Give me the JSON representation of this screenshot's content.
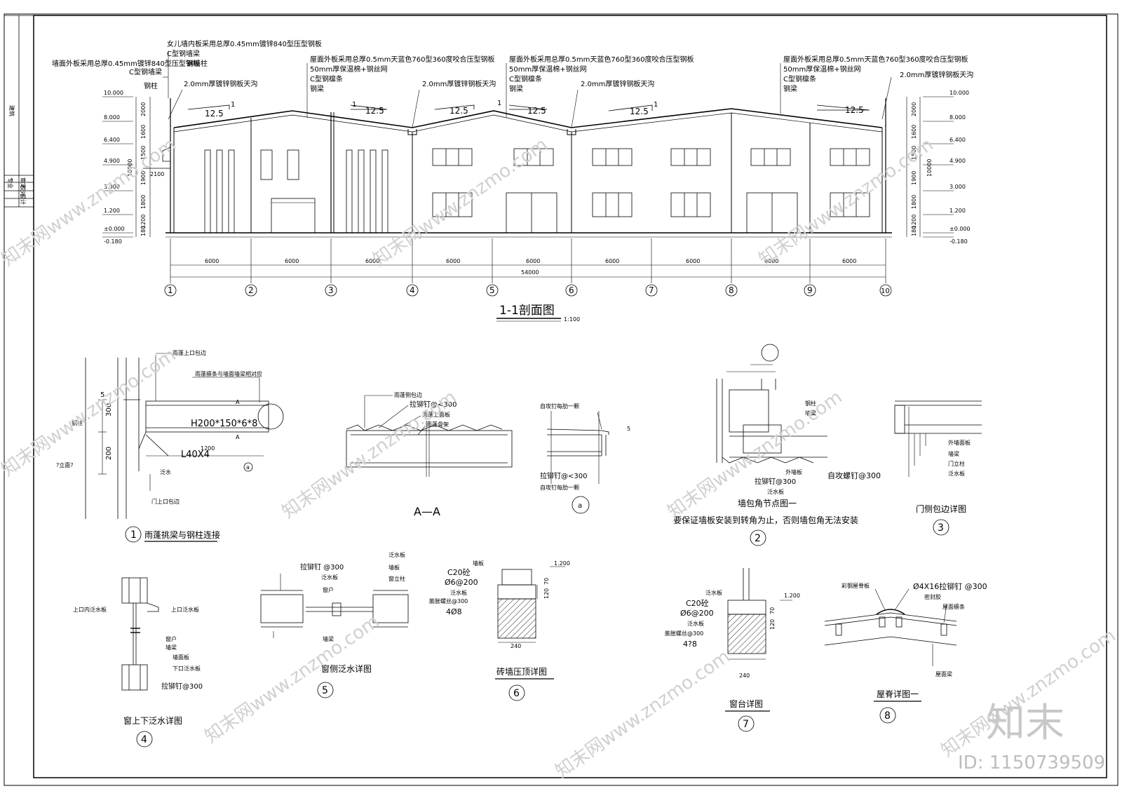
{
  "section": {
    "title": "1-1剖面图",
    "scale": "1:100",
    "notes_top": [
      "女儿墙内板采用总厚0.45mm镀锌840型压型钢板",
      "C型钢墙梁",
      "墙面外板采用总厚0.45mm镀锌840型压型钢板",
      "C型钢墙梁",
      "钢墙柱",
      "钢柱",
      "2.0mm厚镀锌钢板天沟"
    ],
    "roof_notes_a": [
      "屋面外板采用总厚0.5mm天蓝色760型360度咬合压型钢板",
      "50mm厚保温棉+钢丝网",
      "C型钢檩条",
      "钢梁"
    ],
    "roof_notes_b": [
      "屋面外板采用总厚0.5mm天蓝色760型360度咬合压型钢板",
      "50mm厚保温棉+钢丝网",
      "C型钢檩条",
      "钢梁"
    ],
    "roof_notes_c": [
      "屋面外板采用总厚0.5mm天蓝色760型360度咬合压型钢板",
      "50mm厚保温棉+钢丝网",
      "C型钢檩条",
      "钢梁"
    ],
    "gutter_labels": [
      "2.0mm厚镀锌钢板天沟",
      "2.0mm厚镀锌钢板天沟",
      "2.0mm厚镀锌钢板天沟",
      "2.0mm厚镀锌钢板天沟"
    ],
    "slope": "12.5",
    "slope_one": "1",
    "elevations": [
      "10.000",
      "8.000",
      "6.400",
      "4.900",
      "3.000",
      "1.200",
      "±0.000",
      "-0.180"
    ],
    "vert_dims": [
      "2000",
      "1600",
      "1500",
      "1900",
      "1800",
      "1200",
      "180"
    ],
    "total_height": "10000",
    "canopy_dim": "2100",
    "bay_dims": [
      "6000",
      "6000",
      "6000",
      "6000",
      "6000",
      "6000",
      "6000",
      "6000",
      "6000"
    ],
    "total_length": "54000",
    "axes": [
      "1",
      "2",
      "3",
      "4",
      "5",
      "6",
      "7",
      "8",
      "9",
      "10"
    ]
  },
  "d1": {
    "title": "雨蓬挑梁与钢柱连接",
    "num": "1",
    "labels": [
      "雨蓬上口包边",
      "雨蓬檩条与墙面墙梁相对应",
      "钢柱",
      "H200*150*6*8",
      "L40X4",
      "泛水",
      "门上口包边",
      "?立面?",
      "1200",
      "300",
      "200",
      "5",
      "A",
      "A",
      "a"
    ]
  },
  "dAA": {
    "title": "A—A",
    "labels": [
      "雨蓬侧包边",
      "拉铆钉@<300",
      "雨蓬上面板",
      "雨蓬骨架"
    ]
  },
  "da": {
    "labels": [
      "自攻钉每肋一颗",
      "拉铆钉@<300",
      "自攻钉每肋一颗",
      "5",
      "a"
    ]
  },
  "d2": {
    "title": "墙包角节点图一",
    "note": "要保证墙板安装到转角为止，否则墙包角无法安装",
    "num": "2",
    "labels": [
      "钢柱",
      "墙梁",
      "拉铆钉@300",
      "泛水板",
      "外墙板",
      "自攻螺钉@300"
    ]
  },
  "d3": {
    "title": "门侧包边详图",
    "num": "3",
    "labels": [
      "外墙面板",
      "墙梁",
      "门立柱",
      "泛水板"
    ]
  },
  "d4": {
    "title": "窗上下泛水详图",
    "num": "4",
    "labels": [
      "上口内泛水板",
      "上口泛水板",
      "窗户",
      "墙梁",
      "墙面板",
      "下口泛水板",
      "拉铆钉@300"
    ]
  },
  "d5": {
    "title": "窗侧泛水详图",
    "num": "5",
    "labels": [
      "拉铆钉 @300",
      "泛水板",
      "窗户",
      "墙梁",
      "泛水板",
      "墙板",
      "窗立柱"
    ]
  },
  "d6": {
    "title": "砖墙压顶详图",
    "num": "6",
    "labels": [
      "墙板",
      "C20砼",
      "Ø6@200",
      "泛水板",
      "膨胀螺丝@300",
      "4Ø8",
      "1.200",
      "120",
      "70",
      "240"
    ]
  },
  "d7": {
    "title": "窗台详图",
    "num": "7",
    "labels": [
      "泛水板",
      "C20砼",
      "Ø6@200",
      "泛水板",
      "膨胀螺丝@300",
      "4?8",
      "1.200",
      "120",
      "70",
      "240"
    ]
  },
  "d8": {
    "title": "屋脊详图一",
    "num": "8",
    "labels": [
      "彩钢屋脊板",
      "Ø4X16拉铆钉 @300",
      "密封胶",
      "屋面檩条",
      "屋面梁"
    ]
  },
  "titleblock": [
    "建筑",
    "专业",
    "审定",
    "校对",
    "设计"
  ],
  "brand": "知末",
  "id_text": "ID: 1150739509",
  "watermarks": [
    "知末网www.znzmo.com"
  ]
}
